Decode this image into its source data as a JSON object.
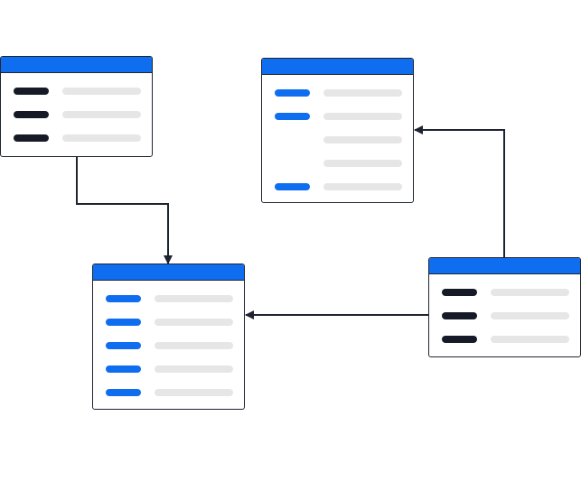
{
  "colors": {
    "header": "#0f6ef0",
    "border": "#1f2430",
    "key_dark": "#151a26",
    "key_blue": "#0f6ef0",
    "value": "#e6e6e6",
    "connector": "#1f2430"
  },
  "tables": [
    {
      "id": "table-a",
      "rows": [
        {
          "key": "dark"
        },
        {
          "key": "dark"
        },
        {
          "key": "dark"
        }
      ]
    },
    {
      "id": "table-b",
      "rows": [
        {
          "key": "blue"
        },
        {
          "key": "blue"
        },
        {
          "key": "none"
        },
        {
          "key": "none"
        },
        {
          "key": "blue"
        }
      ]
    },
    {
      "id": "table-c",
      "rows": [
        {
          "key": "blue"
        },
        {
          "key": "blue"
        },
        {
          "key": "blue"
        },
        {
          "key": "blue"
        },
        {
          "key": "blue"
        }
      ]
    },
    {
      "id": "table-d",
      "rows": [
        {
          "key": "dark"
        },
        {
          "key": "dark"
        },
        {
          "key": "dark"
        }
      ]
    }
  ],
  "connectors": [
    {
      "from": "table-a",
      "to": "table-c"
    },
    {
      "from": "table-d",
      "to": "table-b"
    },
    {
      "from": "table-d",
      "to": "table-c"
    }
  ]
}
